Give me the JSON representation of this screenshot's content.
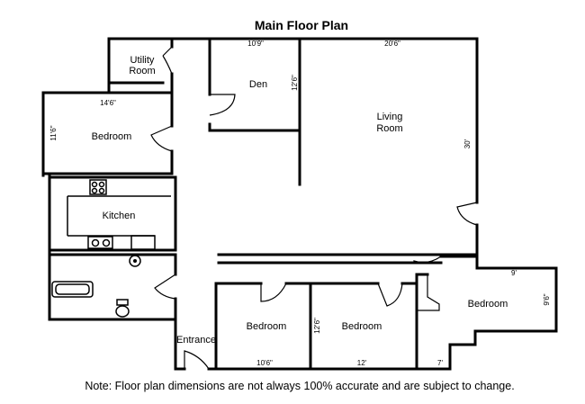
{
  "title": "Main Floor Plan",
  "rooms": {
    "utility_line1": "Utility",
    "utility_line2": "Room",
    "den": "Den",
    "living_line1": "Living",
    "living_line2": "Room",
    "bedroom_upper_left": "Bedroom",
    "kitchen": "Kitchen",
    "entrance": "Entrance",
    "bedroom_bottom_1": "Bedroom",
    "bedroom_bottom_2": "Bedroom",
    "bedroom_right": "Bedroom"
  },
  "dimensions": {
    "den_width": "10'9\"",
    "den_depth": "12'6\"",
    "living_width": "20'6\"",
    "living_depth": "30'",
    "bedroom_upper_left_width": "14'6\"",
    "bedroom_upper_left_depth": "11'6\"",
    "bedroom_bottom_1_width": "10'6\"",
    "bedroom_bottom_1_depth": "12'6\"",
    "bedroom_bottom_2_width": "12'",
    "bedroom_right_width": "9'",
    "bedroom_right_depth": "9'6\"",
    "bedroom_right_closet": "7'"
  },
  "note": "Note: Floor plan dimensions are not always 100% accurate and are subject to change."
}
